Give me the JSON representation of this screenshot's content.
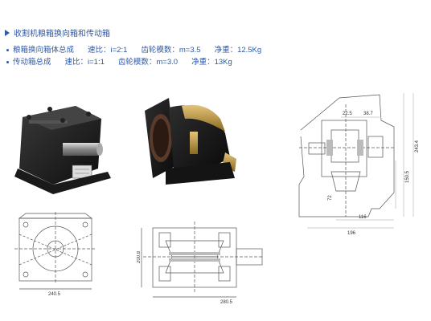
{
  "page": {
    "title": "收割机粮箱换向箱和传动箱"
  },
  "specs": [
    {
      "name": "粮箱换向箱体总成",
      "ratio": "速比：i=2:1",
      "module": "齿轮模数：m=3.5",
      "weight": "净重：12.5Kg"
    },
    {
      "name": "传动箱总成",
      "ratio": "速比：i=1:1",
      "module": "齿轮模数：m=3.0",
      "weight": "净重：13Kg"
    }
  ],
  "drawing_labels": {
    "right": {
      "d1": "22.5",
      "d2": "38.7",
      "d3": "243.4",
      "d4": "150.5",
      "d5": "72",
      "d6": "116",
      "d7": "196"
    },
    "bottom_left": {
      "width": "240.5"
    },
    "bottom_mid": {
      "height": "200.8",
      "width": "280.5"
    }
  },
  "colors": {
    "accent": "#2f5aa8",
    "metal_dark": "#1c1c1c",
    "brass": "#c9a24a"
  }
}
